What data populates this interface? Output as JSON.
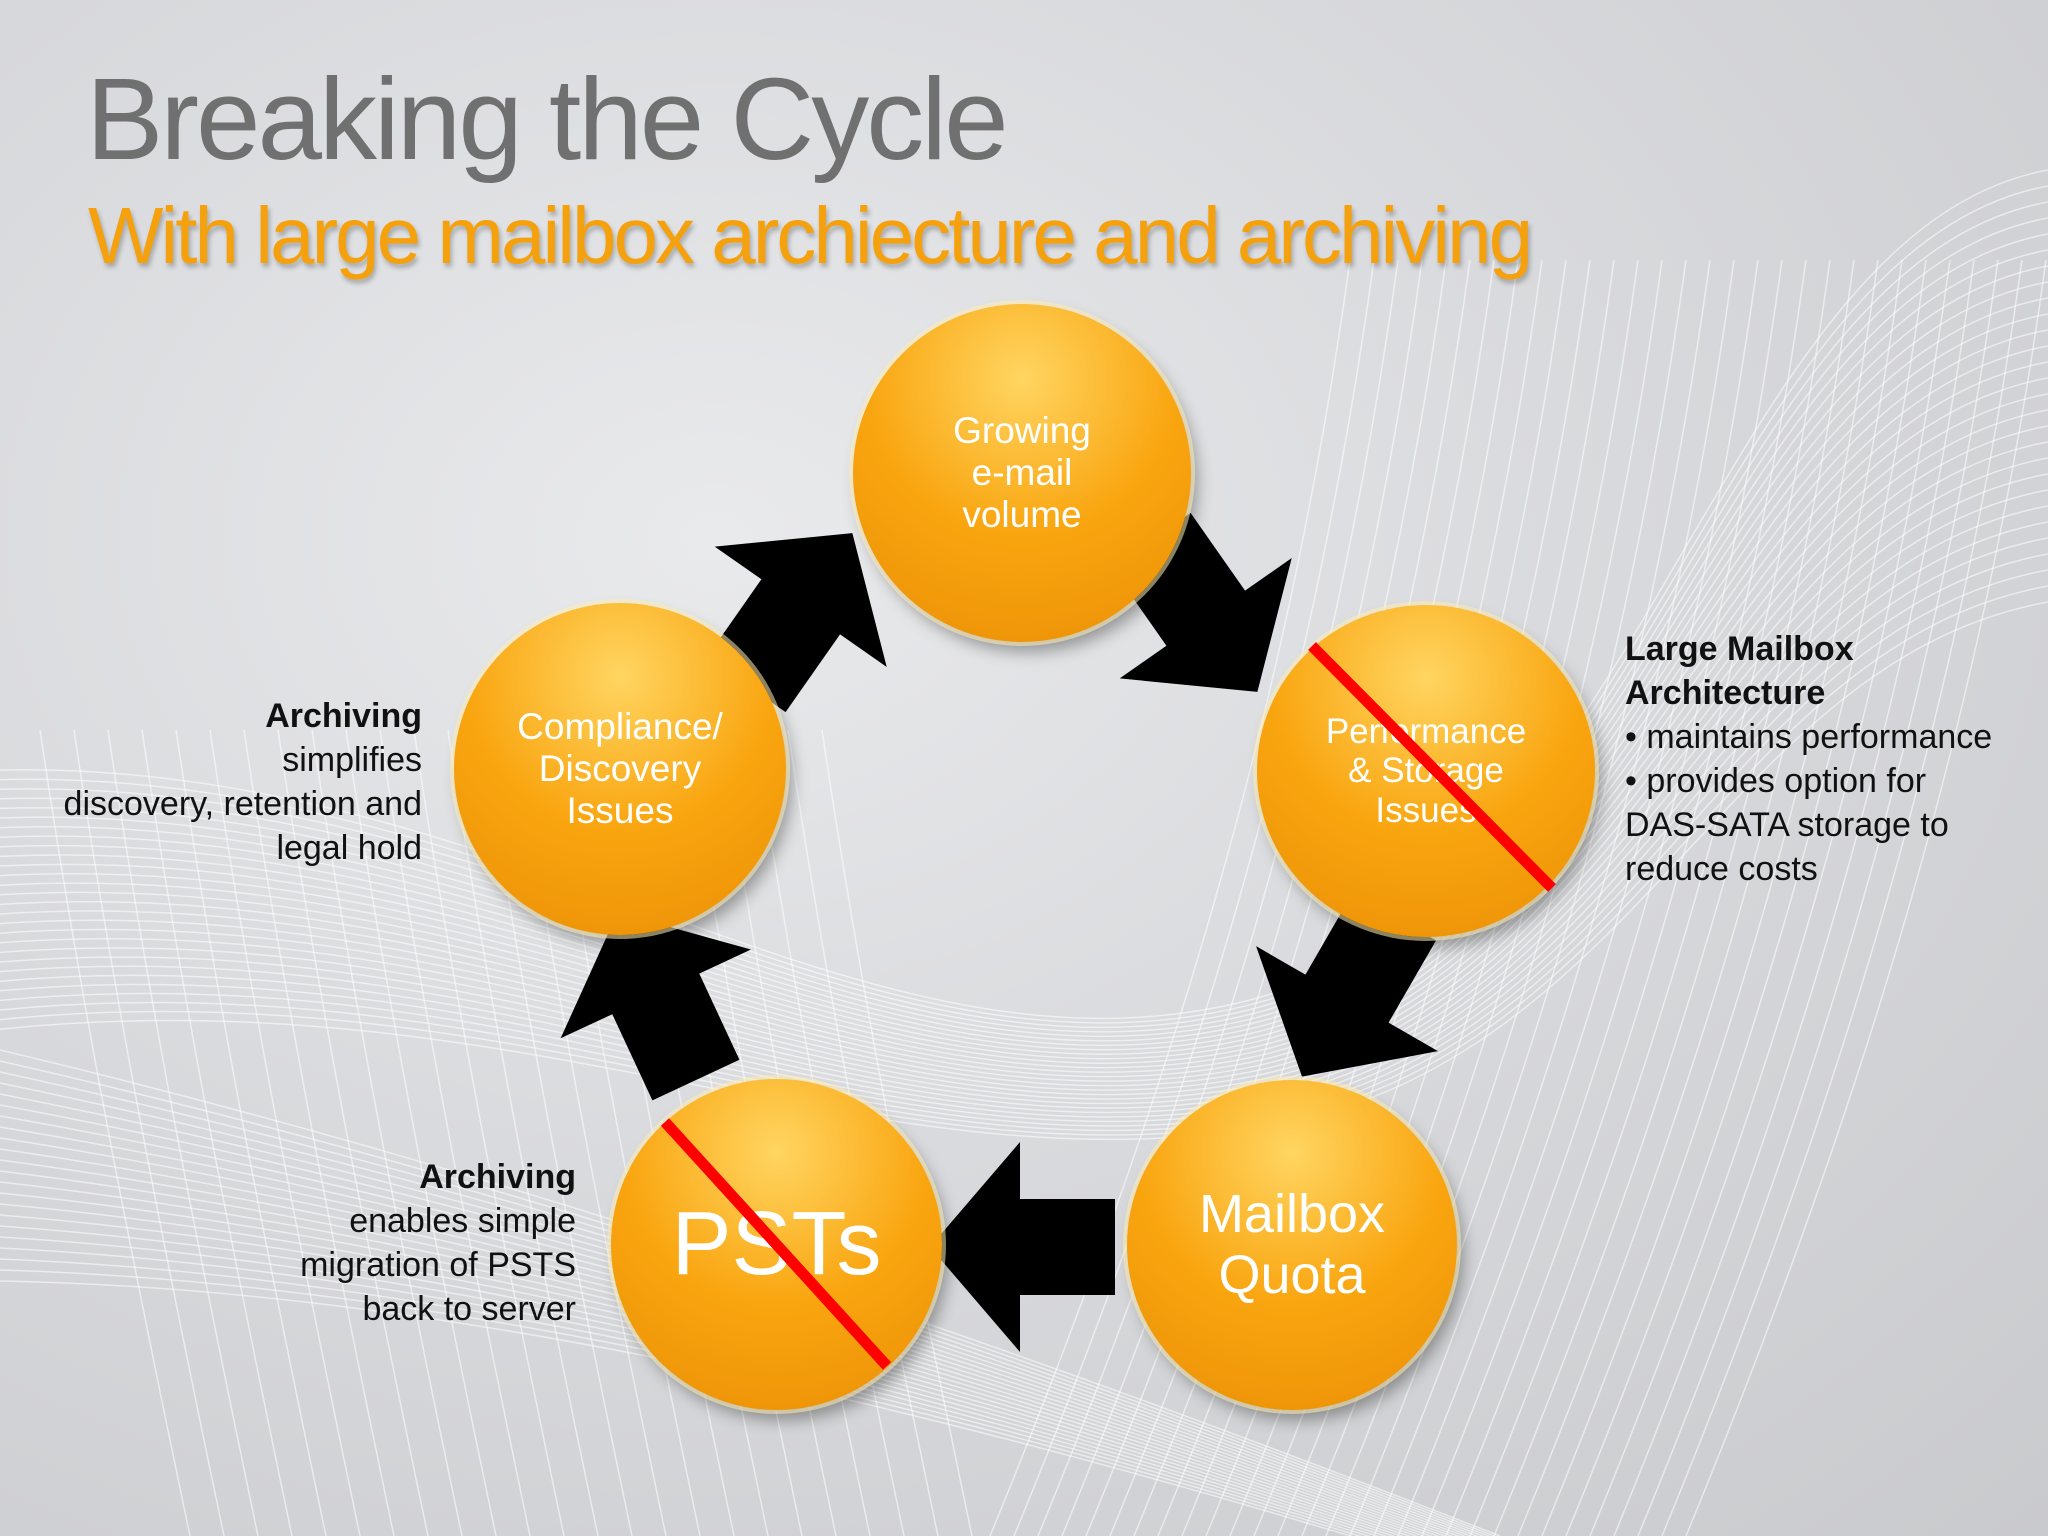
{
  "slide": {
    "title": "Breaking the Cycle",
    "subtitle": "With large mailbox archiecture and archiving"
  },
  "colors": {
    "node_fill": "#f9a50f",
    "node_highlight": "#ffd561",
    "arrow": "#000000",
    "strike": "#ff0000",
    "title": "#707070",
    "subtitle": "#f5a10e"
  },
  "cycle": {
    "nodes": [
      {
        "id": "growing-email-volume",
        "label": "Growing\ne-mail\nvolume",
        "struck_through": false
      },
      {
        "id": "performance-storage-issues",
        "label": "Performance\n& Storage\nIssues",
        "struck_through": true
      },
      {
        "id": "mailbox-quota",
        "label": "Mailbox\nQuota",
        "struck_through": false
      },
      {
        "id": "psts",
        "label": "PSTs",
        "struck_through": true
      },
      {
        "id": "compliance-discovery-issues",
        "label": "Compliance/\nDiscovery\nIssues",
        "struck_through": false
      }
    ]
  },
  "annotations": {
    "compliance": {
      "heading": "Archiving",
      "lines": [
        "simplifies",
        "discovery, retention and",
        "legal hold"
      ]
    },
    "psts": {
      "heading": "Archiving",
      "lines": [
        "enables simple",
        "migration of PSTS",
        "back to server"
      ]
    },
    "performance": {
      "heading_lines": [
        "Large Mailbox",
        "Architecture"
      ],
      "lines": [
        "• maintains performance",
        "• provides option for",
        "DAS-SATA storage to",
        "reduce costs"
      ]
    }
  }
}
